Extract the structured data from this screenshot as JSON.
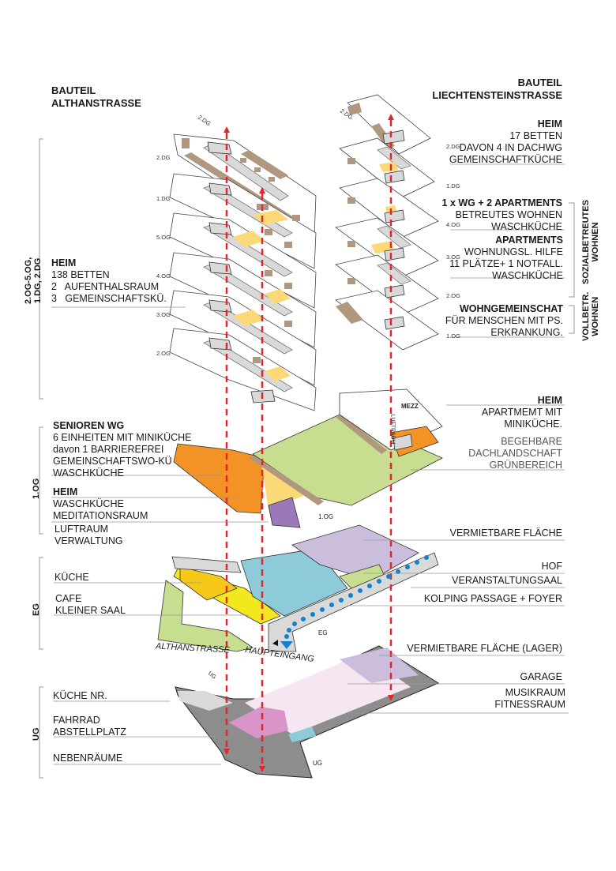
{
  "headers": {
    "left": [
      "BAUTEIL",
      "ALTHANSTRASSE"
    ],
    "right": [
      "BAUTEIL",
      "LIECHTENSTEINSTRASSE"
    ]
  },
  "colors": {
    "orange": "#f39325",
    "light_yellow": "#fbd976",
    "green": "#c7dd8f",
    "brown": "#b09880",
    "purple_dark": "#9b79b8",
    "purple_light": "#cbbedd",
    "cyan": "#8dcbd8",
    "yellow": "#f3e71d",
    "gold": "#f6c918",
    "gray": "#d9d9d9",
    "dark_gray": "#8d8d8d",
    "pink": "#d994c8",
    "pale_pink": "#f5e6f1",
    "axis_red": "#e3242b",
    "path_blue": "#0f82d0"
  },
  "side_brackets": {
    "left_upper": [
      "2.OG-5.OG,",
      "1.DG, 2.DG"
    ],
    "left_1og": "1.OG",
    "left_eg": "EG",
    "left_ug": "UG",
    "right_upper": [
      "SOZIALBETREUTES",
      "WOHNEN"
    ],
    "right_lower": [
      "VOLLBETR.",
      "WOHNEN"
    ]
  },
  "floor_tags_left": [
    "2.DG",
    "2.DG",
    "1.DG",
    "5.OG",
    "4.OG",
    "3.OG",
    "2.OG"
  ],
  "floor_tags_right": [
    "2.DG",
    "2.DG",
    "1.DG",
    "4.OG",
    "3.OG",
    "2.OG",
    "1.OG"
  ],
  "plate_tags": {
    "og1": "1.OG",
    "mezz": "MEZZ",
    "luftraum": "LUFTRAUM",
    "eg": "EG",
    "ug_top": "UG",
    "ug": "UG"
  },
  "streets": {
    "althan": "ALTHANSTRASSE",
    "haupteingang": "HAUPTEINGANG"
  },
  "left_labels": {
    "heim": {
      "title": "HEIM",
      "lines": [
        "138 BETTEN",
        "2   AUFENTHALSRAUM",
        "3   GEMEINSCHAFTSKÜ."
      ]
    },
    "senioren": {
      "title": "SENIOREN WG",
      "lines": [
        "6 EINHEITEN MIT MINIKÜCHE",
        "davon 1 BARRIEREFREI",
        "GEMEINSCHAFTSWO-KÜ",
        "WASCHKÜCHE"
      ]
    },
    "heim_1og": {
      "title": "HEIM",
      "lines": [
        "WASCHKÜCHE",
        "MEDITATIONSRAUM"
      ]
    },
    "luftraum": {
      "lines": [
        "LUFTRAUM",
        "VERWALTUNG"
      ]
    },
    "kueche": "KÜCHE",
    "cafe": [
      "CAFE",
      "KLEINER SAAL"
    ],
    "kueche_nr": "KÜCHE NR.",
    "fahrrad": [
      "FAHRRAD",
      "ABSTELLPLATZ"
    ],
    "nebenraeume": "NEBENRÄUME"
  },
  "right_labels": {
    "heim_top": {
      "title": "HEIM",
      "lines": [
        "17 BETTEN",
        "DAVON 4 IN DACHWG",
        "GEMEINSCHAFTKÜCHE"
      ]
    },
    "wg": {
      "title": "1 x WG + 2 APARTMENTS",
      "lines": [
        "BETREUTES WOHNEN",
        "WASCHKÜCHE"
      ]
    },
    "apartments": {
      "title": "APARTMENTS",
      "lines": [
        "WOHNUNGSL. HILFE",
        "11 PLÄTZE+ 1 NOTFALL.",
        "WASCHKÜCHE"
      ]
    },
    "wohngemeinschaft": {
      "title": "WOHNGEMEINSCHAT",
      "lines": [
        "FÜR MENSCHEN MIT PS.",
        "ERKRANKUNG."
      ]
    },
    "heim_mezz": {
      "title": "HEIM",
      "lines": [
        "APARTMEMT MIT",
        "MINIKÜCHE."
      ]
    },
    "dachlandschaft": {
      "lines": [
        "BEGEHBARE",
        "DACHLANDSCHAFT",
        "GRÜNBEREICH"
      ]
    },
    "vermietbar": "VERMIETBARE FLÄCHE",
    "hof": "HOF",
    "saal": "VERANSTALTUNGSAAL",
    "passage": "KOLPING PASSAGE + FOYER",
    "lager": "VERMIETBARE FLÄCHE (LAGER)",
    "garage": "GARAGE",
    "musik": [
      "MUSIKRAUM",
      "FITNESSRAUM"
    ]
  }
}
